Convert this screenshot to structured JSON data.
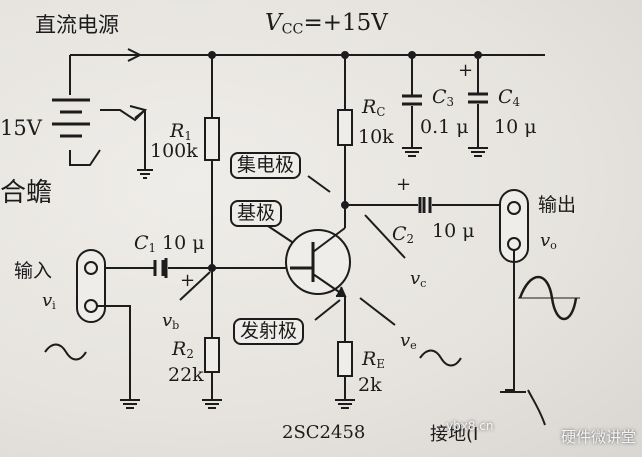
{
  "labels": {
    "dc_source": "直流电源",
    "vcc_V": "V",
    "vcc_sub": "CC",
    "vcc_value": "=+15V",
    "battery": "15V",
    "r1_name": "R",
    "r1_sub": "1",
    "r1_value": "100k",
    "rc_name": "R",
    "rc_sub": "C",
    "rc_value": "10k",
    "c3_name": "C",
    "c3_sub": "3",
    "c3_value": "0.1 μ",
    "c4_name": "C",
    "c4_sub": "4",
    "c4_value": "10 μ",
    "collector": "集电极",
    "base": "基极",
    "emitter": "发射极",
    "c1_name": "C",
    "c1_sub": "1",
    "c1_value": "10 μ",
    "c2_name": "C",
    "c2_sub": "2",
    "c2_value": "10 μ",
    "plus": "+",
    "input": "输入",
    "output": "输出",
    "vi_name": "v",
    "vi_sub": "i",
    "vo_name": "v",
    "vo_sub": "o",
    "vb_name": "v",
    "vb_sub": "b",
    "vc_name": "v",
    "vc_sub": "c",
    "ve_name": "v",
    "ve_sub": "e",
    "r2_name": "R",
    "r2_sub": "2",
    "r2_value": "22k",
    "re_name": "R",
    "re_sub": "E",
    "re_value": "2k",
    "transistor": "2SC2458",
    "ground": "接地(I",
    "handwriting": "合蟾"
  },
  "watermark": {
    "site": "ybx8.cn",
    "brand": "硬件微讲堂"
  }
}
